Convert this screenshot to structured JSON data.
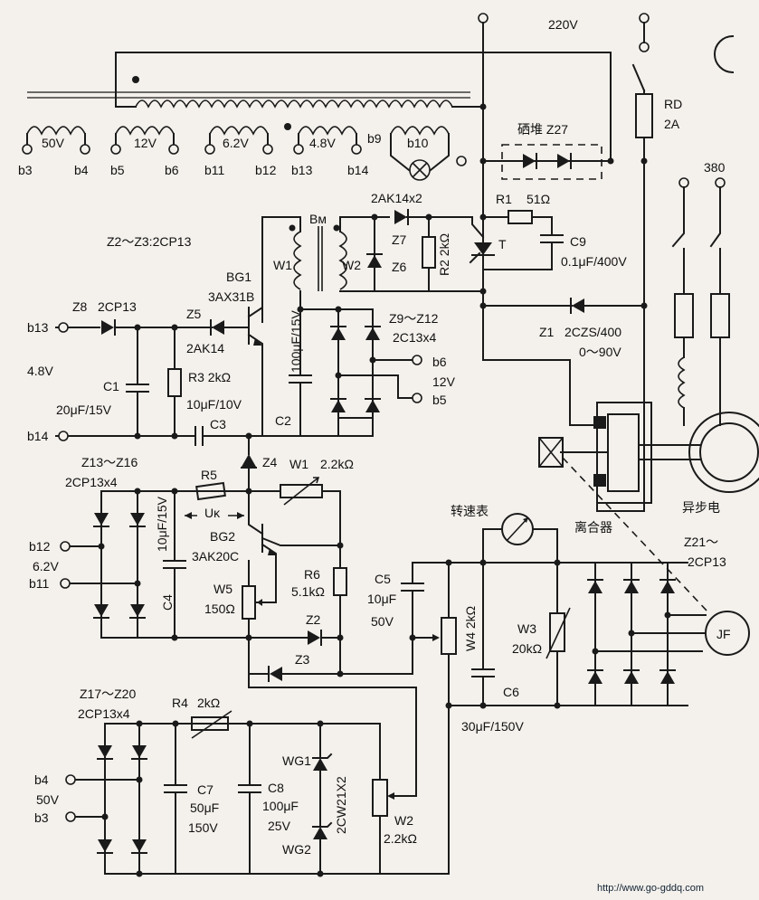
{
  "labels": {
    "v220": "220V",
    "rd": "RD",
    "rd_val": "2A",
    "v380": "380",
    "si_dui": "硒堆 Z27",
    "v50": "50V",
    "v12": "12V",
    "v62": "6.2V",
    "v48": "4.8V",
    "b3": "b3",
    "b4": "b4",
    "b5": "b5",
    "b6": "b6",
    "b9": "b9",
    "b10": "b10",
    "b11": "b11",
    "b12": "b12",
    "b13": "b13",
    "b14": "b14",
    "z2z3": "Z2～Z3:2CP13",
    "bm": "Bм",
    "w1t": "W1",
    "w2t": "W2",
    "ak14x2": "2AK14x2",
    "z7": "Z7",
    "z6": "Z6",
    "r2": "R2 2kΩ",
    "r1": "R1",
    "r1v": "51Ω",
    "t": "T",
    "c9": "C9",
    "c9v": "0.1μF/400V",
    "bg1": "BG1",
    "bg1t": "3AX31B",
    "z8": "Z8",
    "z8t": "2CP13",
    "z5": "Z5",
    "ak14": "2AK14",
    "cap100": "100μF/15V",
    "z9z12": "Z9～Z12",
    "c13x4": "2C13x4",
    "v12b": "12V",
    "v48b": "4.8V",
    "c1": "C1",
    "c1v": "20μF/15V",
    "r3": "R3  2kΩ",
    "c3v": "10μF/10V",
    "c3": "C3",
    "c2": "C2",
    "z1": "Z1",
    "z1t": "2CZS/400",
    "range": "0～90V",
    "z13z16": "Z13～Z16",
    "cp13x4": "2CP13x4",
    "r5": "R5",
    "z4": "Z4",
    "w1b": "W1",
    "w1bv": "2.2kΩ",
    "uk": "Uκ",
    "cap1015": "10μF/15V",
    "c4": "C4",
    "bg2": "BG2",
    "bg2t": "3AK20C",
    "w5": "W5",
    "w5v": "150Ω",
    "r6": "R6",
    "r6v": "5.1kΩ",
    "z2": "Z2",
    "z3": "Z3",
    "v62b": "6.2V",
    "tacho": "转速表",
    "c5": "C5",
    "c5v": "10μF",
    "c5v2": "50V",
    "w4": "W4  2kΩ",
    "w3": "W3",
    "w3v": "20kΩ",
    "c6": "C6",
    "c6v": "30μF/150V",
    "clutch": "离合器",
    "motor": "异步电",
    "z21": "Z21～",
    "z21b": "2CP13",
    "jf": "JF",
    "z17z20": "Z17～Z20",
    "cp13x4b": "2CP13x4",
    "r4": "R4",
    "r4v": "2kΩ",
    "c7": "C7",
    "c7v": "50μF",
    "c7v2": "150V",
    "c8": "C8",
    "c8v": "100μF",
    "c8v2": "25V",
    "wg1": "WG1",
    "wg2": "WG2",
    "cw21": "2CW21X2",
    "w2b": "W2",
    "w2bv": "2.2kΩ",
    "v50b": "50V",
    "url": "http://www.go-gddq.com"
  }
}
